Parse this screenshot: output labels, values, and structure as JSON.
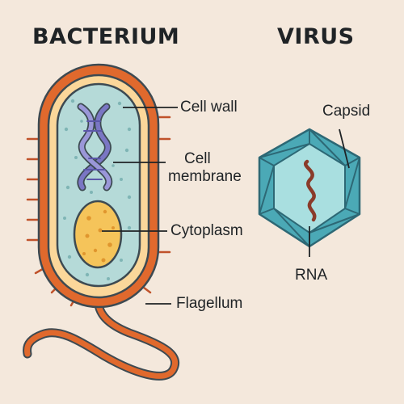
{
  "bacterium": {
    "title": "BACTERIUM",
    "labels": {
      "cell_wall": "Cell wall",
      "cell_membrane_1": "Cell",
      "cell_membrane_2": "membrane",
      "cytoplasm": "Cytoplasm",
      "flagellum": "Flagellum"
    }
  },
  "virus": {
    "title": "VIRUS",
    "labels": {
      "capsid": "Capsid",
      "rna": "RNA"
    }
  },
  "colors": {
    "background": "#f4e8dc",
    "cell_wall": "#e0692d",
    "outline": "#3d4a52",
    "membrane": "#fbd79a",
    "cytoplasm": "#b5dad8",
    "dna": "#7a76c4",
    "nucleoid": "#f5c45a",
    "capsid_face": "#4ba9b6",
    "capsid_light": "#8ed0d6",
    "rna": "#8a3b2a"
  }
}
